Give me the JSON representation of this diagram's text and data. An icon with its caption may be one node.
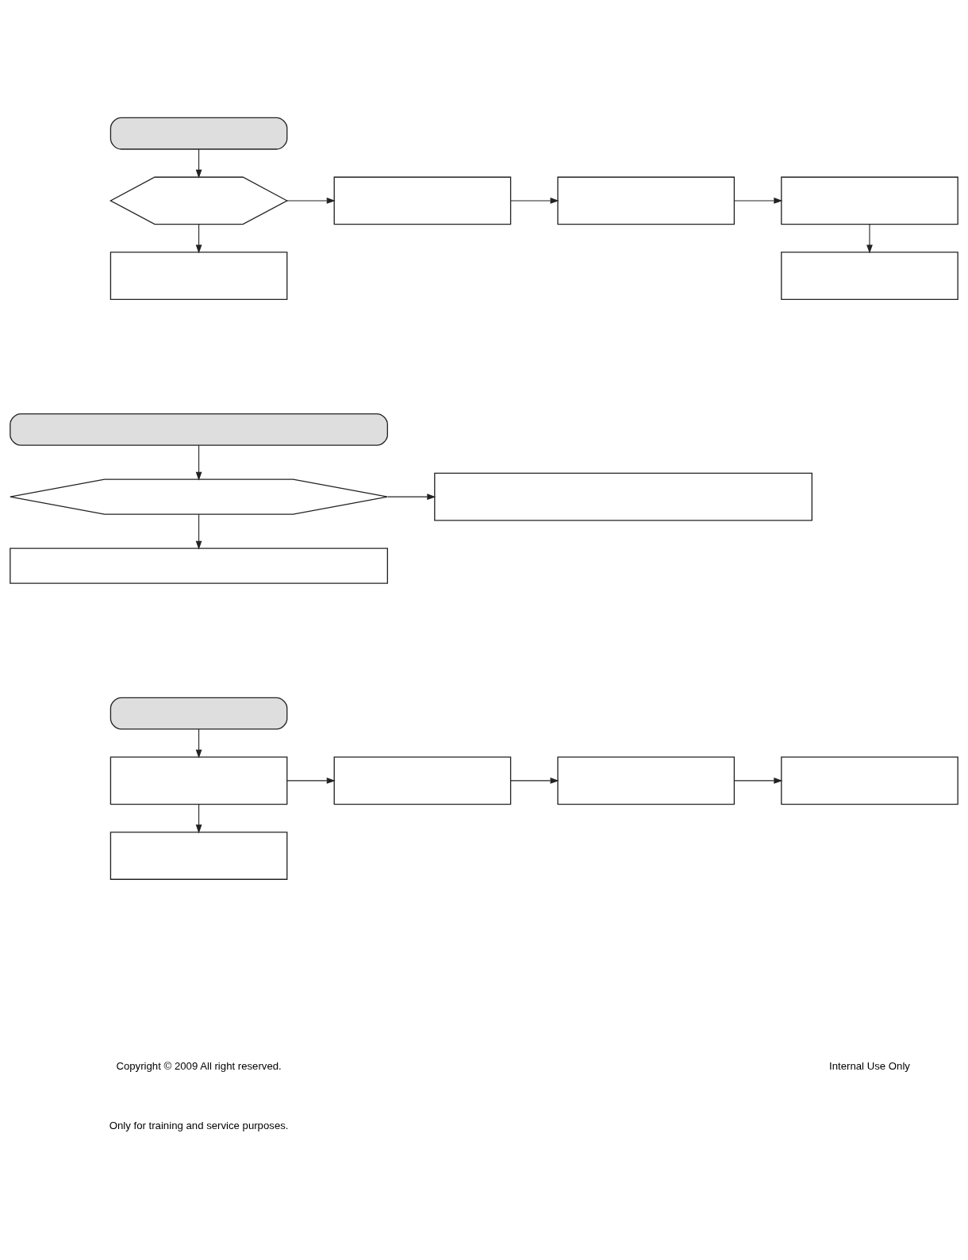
{
  "diagram": {
    "nodes": [
      {
        "text": [],
        "shape": "pill"
      },
      {
        "text": [],
        "shape": "hexagon"
      },
      {
        "text": [],
        "shape": "box"
      },
      {
        "text": [],
        "shape": "box"
      },
      {
        "text": [],
        "shape": "box"
      },
      {
        "text": [],
        "shape": "box"
      },
      {
        "text": [],
        "shape": "box"
      },
      {
        "text": [],
        "shape": "pill"
      },
      {
        "text": [],
        "shape": "hexagon"
      },
      {
        "text": [],
        "shape": "box"
      },
      {
        "text": [],
        "shape": "box"
      },
      {
        "text": [],
        "shape": "pill"
      },
      {
        "text": [],
        "shape": "box"
      },
      {
        "text": [],
        "shape": "box"
      },
      {
        "text": [],
        "shape": "box"
      },
      {
        "text": [],
        "shape": "box"
      },
      {
        "text": [],
        "shape": "box"
      }
    ],
    "edges": [
      {
        "from": 0,
        "to": 1,
        "arrow": "to"
      },
      {
        "from": 1,
        "to": 2,
        "arrow": "to"
      },
      {
        "from": 2,
        "to": 3,
        "arrow": "to"
      },
      {
        "from": 3,
        "to": 4,
        "arrow": "to"
      },
      {
        "from": 1,
        "to": 5,
        "arrow": "to"
      },
      {
        "from": 4,
        "to": 6,
        "arrow": "to"
      },
      {
        "from": 7,
        "to": 8,
        "arrow": "to"
      },
      {
        "from": 8,
        "to": 9,
        "arrow": "to"
      },
      {
        "from": 8,
        "to": 10,
        "arrow": "to"
      },
      {
        "from": 11,
        "to": 12,
        "arrow": "to"
      },
      {
        "from": 12,
        "to": 13,
        "arrow": "to"
      },
      {
        "from": 13,
        "to": 14,
        "arrow": "to"
      },
      {
        "from": 14,
        "to": 15,
        "arrow": "to"
      },
      {
        "from": 12,
        "to": 16,
        "arrow": "to"
      }
    ],
    "labels": [
      "Copyright © 2009 All right reserved.",
      "Only for training and service purposes.",
      "Internal Use Only"
    ]
  }
}
